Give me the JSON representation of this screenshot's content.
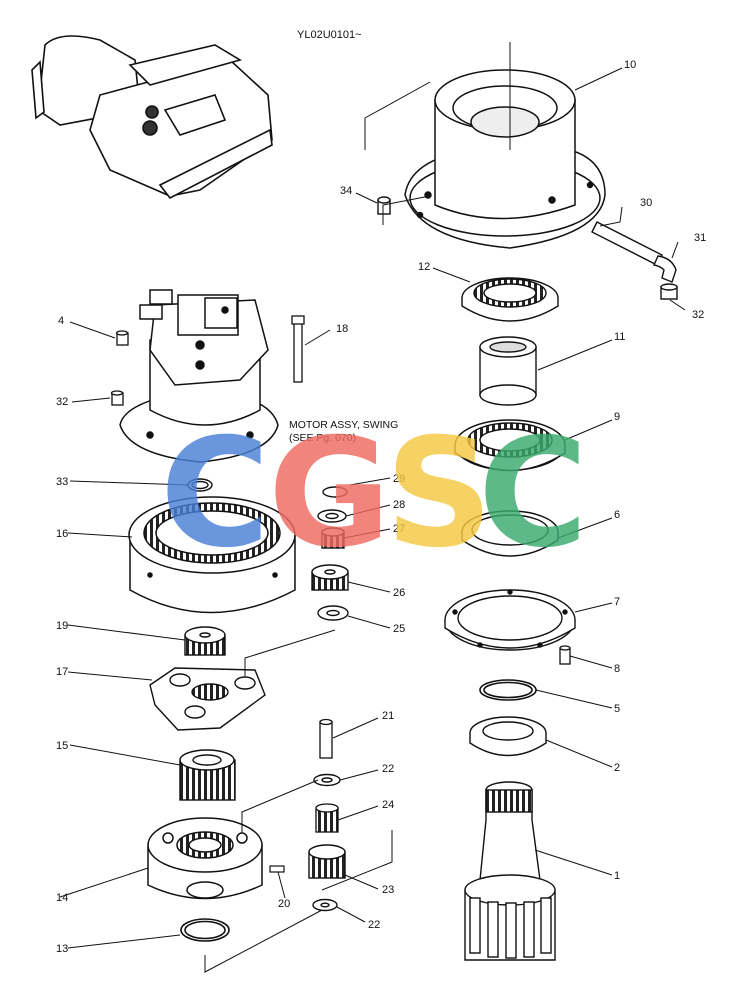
{
  "header": {
    "serial": "YL02U0101~"
  },
  "note": {
    "line1": "MOTOR ASSY, SWING",
    "line2": "(SEE Pg. 070)"
  },
  "watermark": {
    "letters": [
      "C",
      "G",
      "S",
      "C"
    ],
    "colors": [
      "#4a7fd6",
      "#ef6b61",
      "#f5c842",
      "#3aaa6e"
    ]
  },
  "labels": {
    "p1": "1",
    "p2": "2",
    "p4": "4",
    "p5": "5",
    "p6": "6",
    "p7": "7",
    "p8": "8",
    "p9": "9",
    "p10": "10",
    "p11": "11",
    "p12": "12",
    "p13": "13",
    "p14": "14",
    "p15": "15",
    "p16": "16",
    "p17": "17",
    "p18": "18",
    "p19": "19",
    "p20": "20",
    "p21": "21",
    "p22a": "22",
    "p22b": "22",
    "p23": "23",
    "p24": "24",
    "p25": "25",
    "p26": "26",
    "p27": "27",
    "p28": "28",
    "p29": "29",
    "p30": "30",
    "p31": "31",
    "p32a": "32",
    "p32b": "32",
    "p33": "33",
    "p34": "34"
  }
}
